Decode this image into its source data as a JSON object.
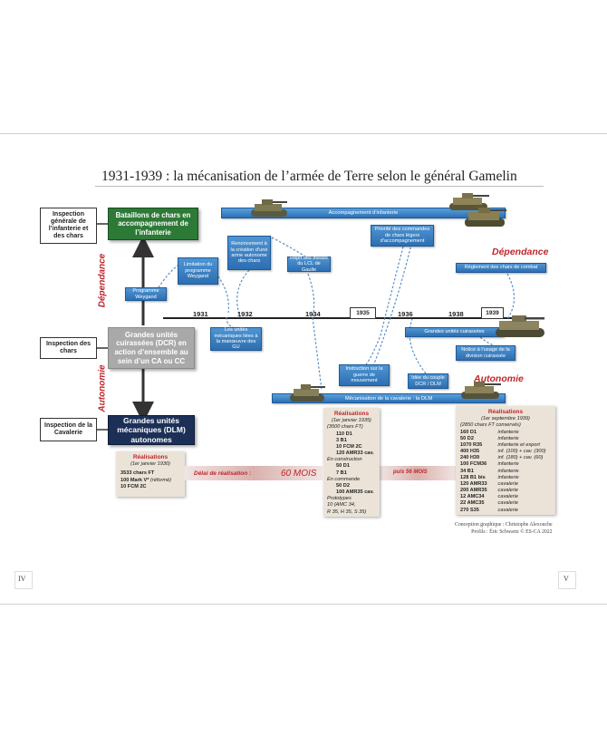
{
  "title": "1931-1939 : la mécanisation de l’armée de Terre selon le général Gamelin",
  "inspections": {
    "infanterie": "Inspection générale de l’infanterie et des chars",
    "chars": "Inspection des chars",
    "cavalerie": "Inspection de la Cavalerie"
  },
  "main_boxes": {
    "bataillons": "Bataillons de chars en accompagnement de l’infanterie",
    "dcr": "Grandes unités cuirassées (DCR) en action d’ensemble au sein d’un CA ou CC",
    "dlm": "Grandes unités mécaniques (DLM) autonomes"
  },
  "side_labels": {
    "dependance": "Dépendance",
    "autonomie": "Autonomie"
  },
  "years": [
    "1931",
    "1932",
    "1934",
    "1935",
    "1936",
    "1938",
    "1939"
  ],
  "events": {
    "programme_weygand": "Programme Weygand",
    "limitation": "Limitation du programme Weygand",
    "renoncement": "Renoncement à la création d’une arme autonome des chars",
    "rejet": "Rejet des thèses du LCL de Gaulle",
    "priorite": "Priorité des commandes de chars légers d’accompagnement",
    "reglement": "Règlement des chars de combat",
    "unites_mecaniques": "Les unités mécaniques liées à la manœuvre des GU",
    "instruction": "Instruction sur la guerre de mouvement",
    "idee_couple": "Idée du couple DCR / DLM",
    "grandes_unites_cuirassees": "Grandes unités cuirassées",
    "notice": "Notice à l’usage de la division cuirassée"
  },
  "bands": {
    "accompagnement": "Accompagnement d’infanterie",
    "mecanisation": "Mécanisation de la cavalerie : la DLM"
  },
  "real_1930": {
    "heading": "Réalisations",
    "sub": "(1er janvier 1930)",
    "rows": [
      {
        "v": "3533 chars FT",
        "n": ""
      },
      {
        "v": "100 Mark V*",
        "n": "(réformé)"
      },
      {
        "v": "10 FCM 2C",
        "n": ""
      }
    ]
  },
  "real_1935": {
    "heading": "Réalisations",
    "sub": "(1er janvier 1935)",
    "lines": [
      {
        "t": "(3500 chars FT)",
        "s": "i"
      },
      {
        "t": "110 D1",
        "s": "b"
      },
      {
        "t": "3 B1",
        "s": "b"
      },
      {
        "t": "10 FCM 2C",
        "s": "b"
      },
      {
        "t": "120 AMR33 cav.",
        "s": "b"
      },
      {
        "t": "En construction",
        "s": "i"
      },
      {
        "t": "50 D1",
        "s": "b"
      },
      {
        "t": "7 B1",
        "s": "b"
      },
      {
        "t": "En commande",
        "s": "i"
      },
      {
        "t": "50 D2",
        "s": "b"
      },
      {
        "t": "100 AMR35 cav.",
        "s": "b"
      },
      {
        "t": "Prototypes",
        "s": "i"
      },
      {
        "t": "10 (AMC 34,",
        "s": "i"
      },
      {
        "t": "R 35, H 35, S 35)",
        "s": "i"
      }
    ]
  },
  "real_1939": {
    "heading": "Réalisations",
    "sub": "(1er septembre 1939)",
    "intro": "(2850 chars FT conservés)",
    "rows": [
      {
        "v": "160 D1",
        "n": "infanterie"
      },
      {
        "v": "50 D2",
        "n": "infanterie"
      },
      {
        "v": "1070 R35",
        "n": "infanterie et export"
      },
      {
        "v": "400 H35",
        "n": "inf. (100) + cav. (300)"
      },
      {
        "v": "240 H39",
        "n": "inf. (180) + cav. (60)"
      },
      {
        "v": "100 FCM36",
        "n": "infanterie"
      },
      {
        "v": "34 B1",
        "n": "infanterie"
      },
      {
        "v": "128 B1 bis",
        "n": "infanterie"
      },
      {
        "v": "120 AMR33",
        "n": "cavalerie"
      },
      {
        "v": "200 AMR35",
        "n": "cavalerie"
      },
      {
        "v": "12 AMC34",
        "n": "cavalerie"
      },
      {
        "v": "22 AMC35",
        "n": "cavalerie"
      },
      {
        "v": "270 S35",
        "n": "cavalerie"
      }
    ]
  },
  "delays": {
    "label": "Délai de réalisation :",
    "first": "60 MOIS",
    "then": "puis 56 MOIS"
  },
  "credits": {
    "line1": "Conception graphique : Christophe Alexouche",
    "line2": "Profils : Éric Schwartz © ES-CA 2022"
  },
  "page_numbers": {
    "left": "IV",
    "right": "V"
  },
  "colors": {
    "green": "#2d7a36",
    "grey": "#a9a9a9",
    "navy": "#1c3057",
    "blue": "#2d6fb2",
    "red": "#c0262c"
  }
}
